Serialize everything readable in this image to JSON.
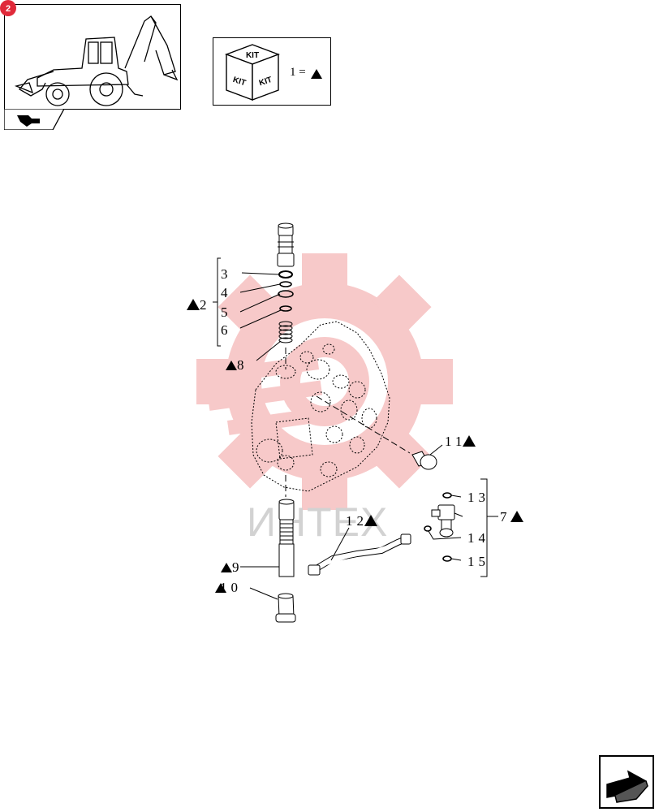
{
  "page_badge": "2",
  "kit_legend": {
    "kit_word": "KIT",
    "equation": "1 ="
  },
  "watermark": {
    "text": "ИНТЕХ"
  },
  "callouts": [
    {
      "id": "2",
      "text": "2"
    },
    {
      "id": "3",
      "text": "3"
    },
    {
      "id": "4",
      "text": "4"
    },
    {
      "id": "5",
      "text": "5"
    },
    {
      "id": "6",
      "text": "6"
    },
    {
      "id": "8",
      "text": "8"
    },
    {
      "id": "11",
      "text": "11"
    },
    {
      "id": "12",
      "text": "12"
    },
    {
      "id": "13",
      "text": "13"
    },
    {
      "id": "14",
      "text": "14"
    },
    {
      "id": "15",
      "text": "15"
    },
    {
      "id": "7",
      "text": "7"
    },
    {
      "id": "9",
      "text": "9"
    },
    {
      "id": "10",
      "text": "10"
    }
  ],
  "colors": {
    "watermark_gear": "#f7c9c9",
    "badge": "#e02a3a",
    "ink": "#000000"
  },
  "icons": {
    "thumbnail": "backhoe-loader-icon",
    "kit": "kit-box-icon",
    "next": "next-page-arrow-icon"
  }
}
